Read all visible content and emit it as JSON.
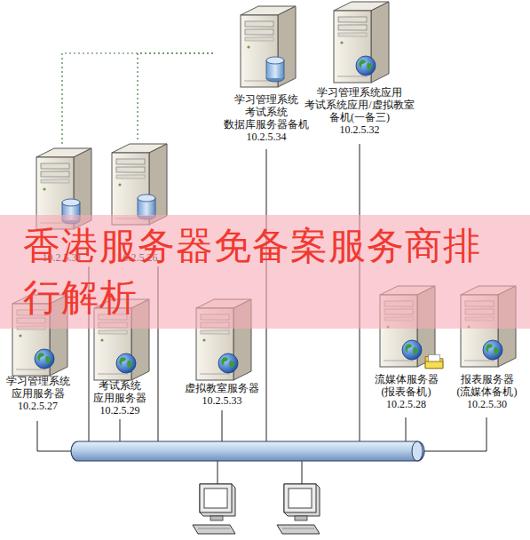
{
  "diagram": {
    "nodes": [
      {
        "text": [
          "学习管理系统 考试系统 数据库服务器备机",
          "10.2.5.34"
        ]
      },
      {
        "text": [
          "学习管理系统应用 考试系统应用/虚拟教室 备机(一备三)",
          "10.2.5.32"
        ]
      },
      {
        "text": [
          "10.2.5.31"
        ]
      },
      {
        "text": [
          "10.2.5.26"
        ]
      },
      {
        "text": [
          "学习管理系统 应用服务器",
          "10.2.5.27"
        ]
      },
      {
        "text": [
          "考试系统 应用服务器",
          "10.2.5.29"
        ]
      },
      {
        "text": [
          "虚拟教室服务器",
          "10.2.5.33"
        ]
      },
      {
        "text": [
          "流媒体服务器 (报表备机)",
          "10.2.5.28"
        ]
      },
      {
        "text": [
          "报表服务器 (流媒体备机)",
          "10.2.5.30"
        ]
      }
    ],
    "edges": [
      {
        "from": 0,
        "to": 2,
        "arrow": "none"
      },
      {
        "from": 0,
        "to": 3,
        "arrow": "none"
      }
    ],
    "labels": [
      "香港服务器免备案服务商排行解析"
    ]
  }
}
